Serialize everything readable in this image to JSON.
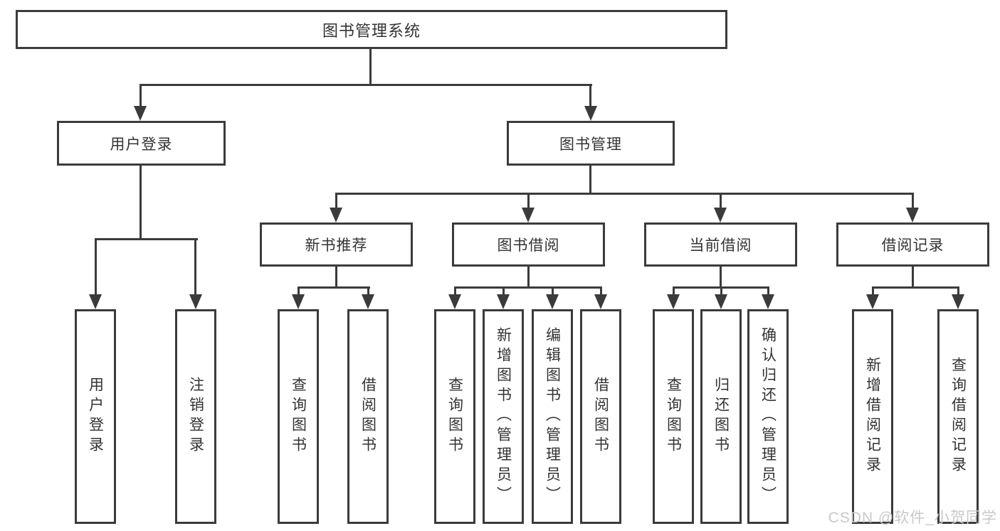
{
  "nodes": {
    "root": "图书管理系统",
    "user_login_module": "用户登录",
    "book_management": "图书管理",
    "new_book_recommend": "新书推荐",
    "book_borrowing": "图书借阅",
    "current_borrowing": "当前借阅",
    "borrowing_records": "借阅记录",
    "leaf_user_login": "用户登录",
    "leaf_logout": "注销登录",
    "leaf_query_books_recommend": "查询图书",
    "leaf_borrow_books_recommend": "借阅图书",
    "leaf_query_books_borrowing": "查询图书",
    "leaf_add_books_admin": "新增图书（管理员）",
    "leaf_edit_books_admin": "编辑图书（管理员）",
    "leaf_borrow_books_borrowing": "借阅图书",
    "leaf_query_books_current": "查询图书",
    "leaf_return_books": "归还图书",
    "leaf_confirm_return_admin": "确认归还（管理员）",
    "leaf_add_borrow_record": "新增借阅记录",
    "leaf_query_borrow_record": "查询借阅记录"
  },
  "watermark": "CSDN @软件_小贺同学",
  "colors": {
    "line": "#3b3b3b",
    "text": "#333333",
    "box_fill": "#ffffff",
    "watermark": "#c9c9c9"
  }
}
